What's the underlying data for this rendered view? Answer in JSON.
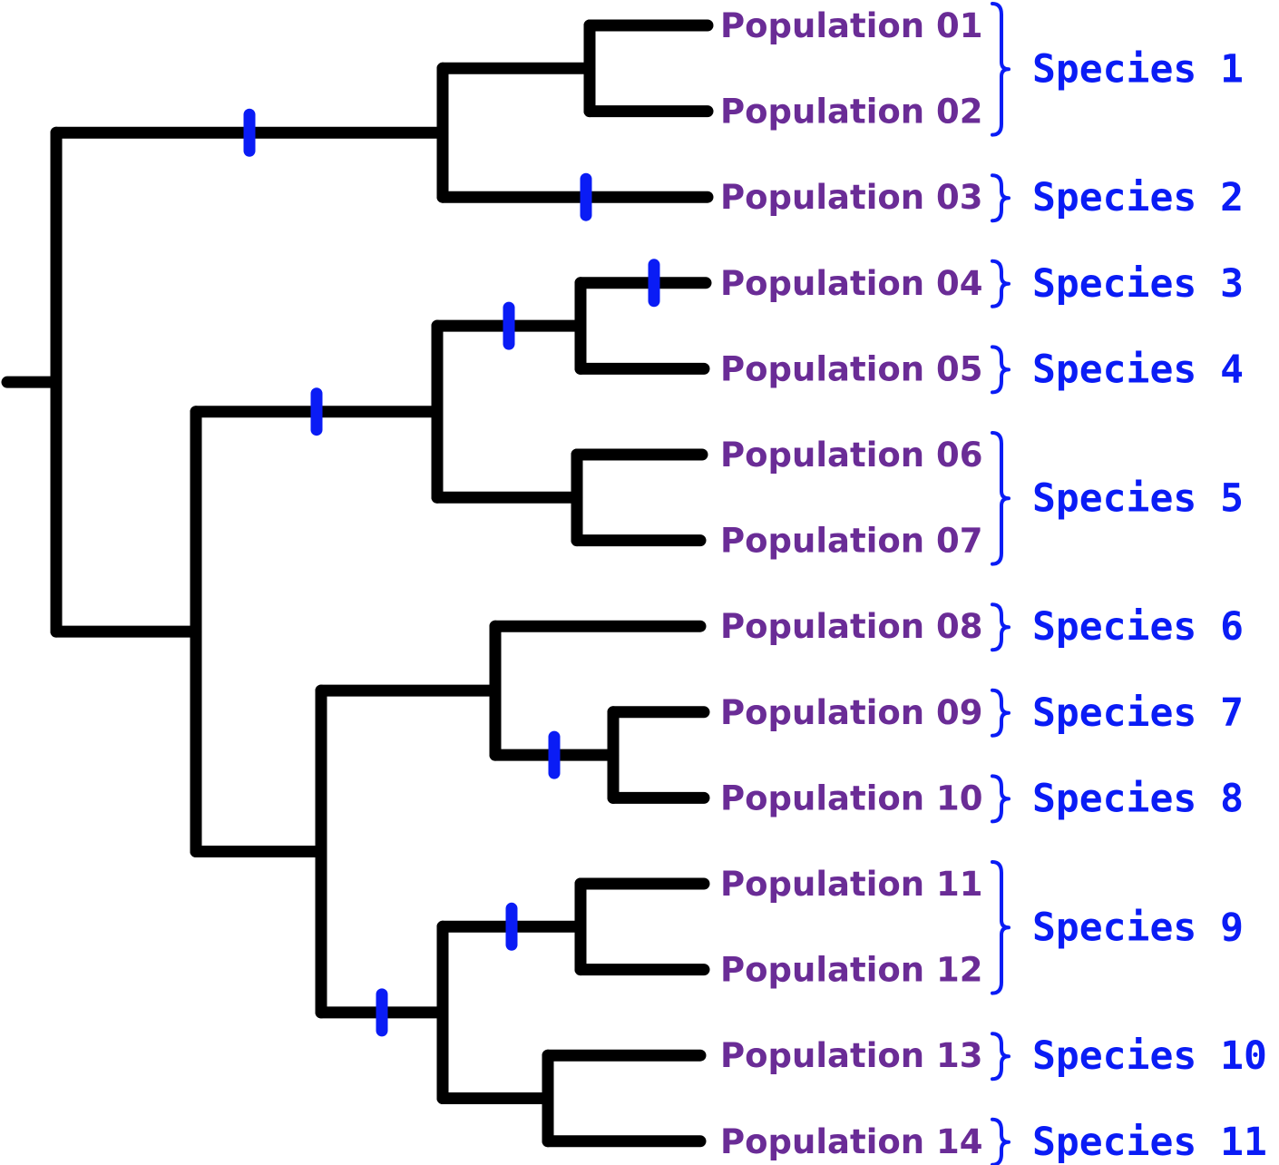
{
  "colors": {
    "branch": "#000000",
    "tick": "#0a1cf5",
    "population_text": "#6a2c96",
    "species_text": "#0a1cf5"
  },
  "populations": [
    "Population 01",
    "Population 02",
    "Population 03",
    "Population 04",
    "Population 05",
    "Population 06",
    "Population 07",
    "Population 08",
    "Population 09",
    "Population 10",
    "Population 11",
    "Population 12",
    "Population 13",
    "Population 14"
  ],
  "species": [
    {
      "label": "Species 1",
      "members": [
        0,
        1
      ]
    },
    {
      "label": "Species 2",
      "members": [
        2
      ]
    },
    {
      "label": "Species 3",
      "members": [
        3
      ]
    },
    {
      "label": "Species 4",
      "members": [
        4
      ]
    },
    {
      "label": "Species 5",
      "members": [
        5,
        6
      ]
    },
    {
      "label": "Species 6",
      "members": [
        7
      ]
    },
    {
      "label": "Species 7",
      "members": [
        8
      ]
    },
    {
      "label": "Species 8",
      "members": [
        9
      ]
    },
    {
      "label": "Species 9",
      "members": [
        10,
        11
      ]
    },
    {
      "label": "Species 10",
      "members": [
        12
      ]
    },
    {
      "label": "Species 11",
      "members": [
        13
      ]
    }
  ],
  "tree": [
    [
      [
        0,
        1
      ],
      2
    ],
    [
      [
        [
          3,
          4
        ],
        [
          5,
          6
        ]
      ],
      [
        [
          7,
          [
            8,
            9
          ]
        ],
        [
          [
            10,
            11
          ],
          [
            12,
            13
          ]
        ]
      ]
    ]
  ],
  "marked_branches": [
    "Population 01+Population 02+Population 03",
    "Population 03",
    "Population 04+Population 05+Population 06+Population 07",
    "Population 04+Population 05",
    "Population 04",
    "Population 09+Population 10",
    "Population 11+Population 12+Population 13+Population 14",
    "Population 11+Population 12"
  ]
}
